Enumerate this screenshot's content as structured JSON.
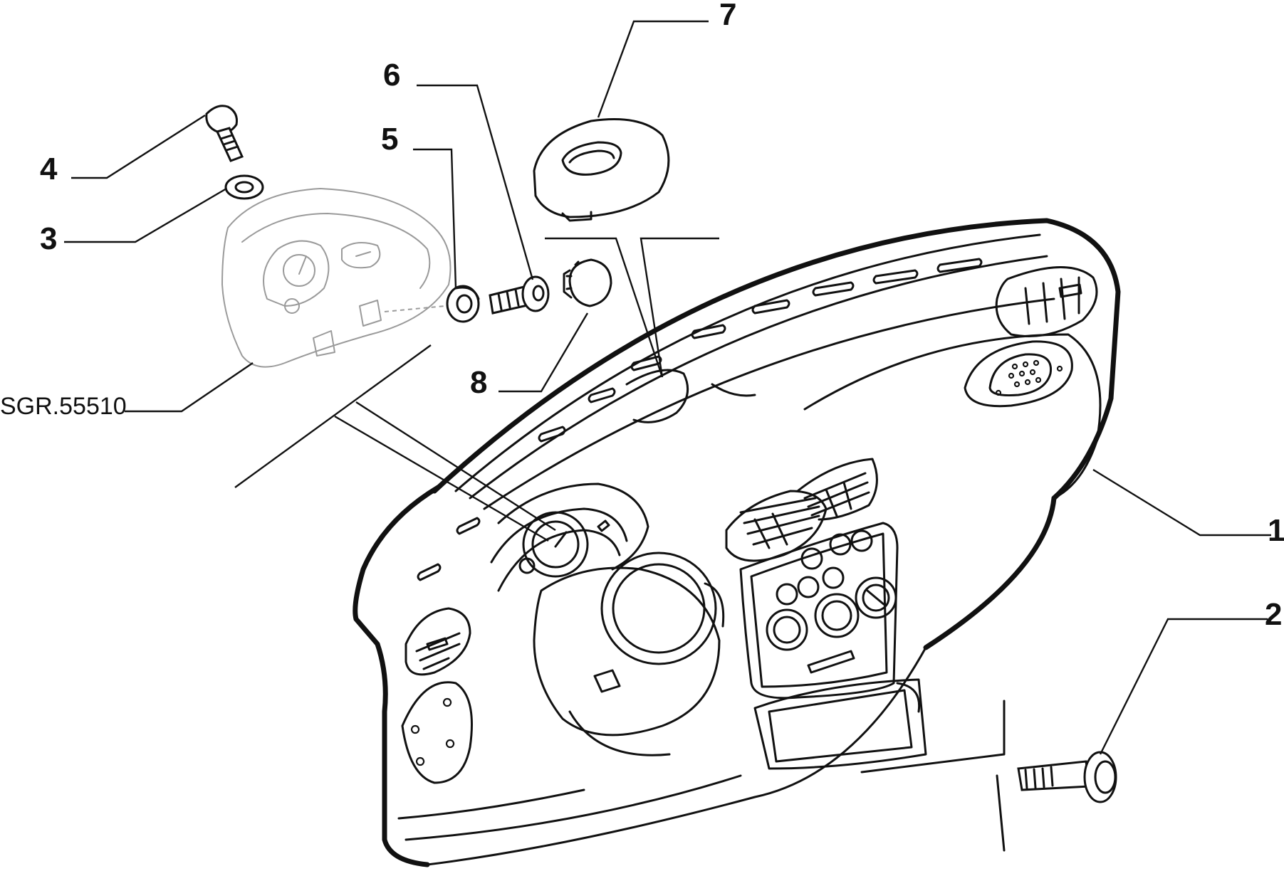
{
  "callouts": [
    {
      "num": "1"
    },
    {
      "num": "2"
    },
    {
      "num": "3"
    },
    {
      "num": "4"
    },
    {
      "num": "5"
    },
    {
      "num": "6"
    },
    {
      "num": "7"
    },
    {
      "num": "8"
    }
  ],
  "reference_label": "SGR.55510"
}
